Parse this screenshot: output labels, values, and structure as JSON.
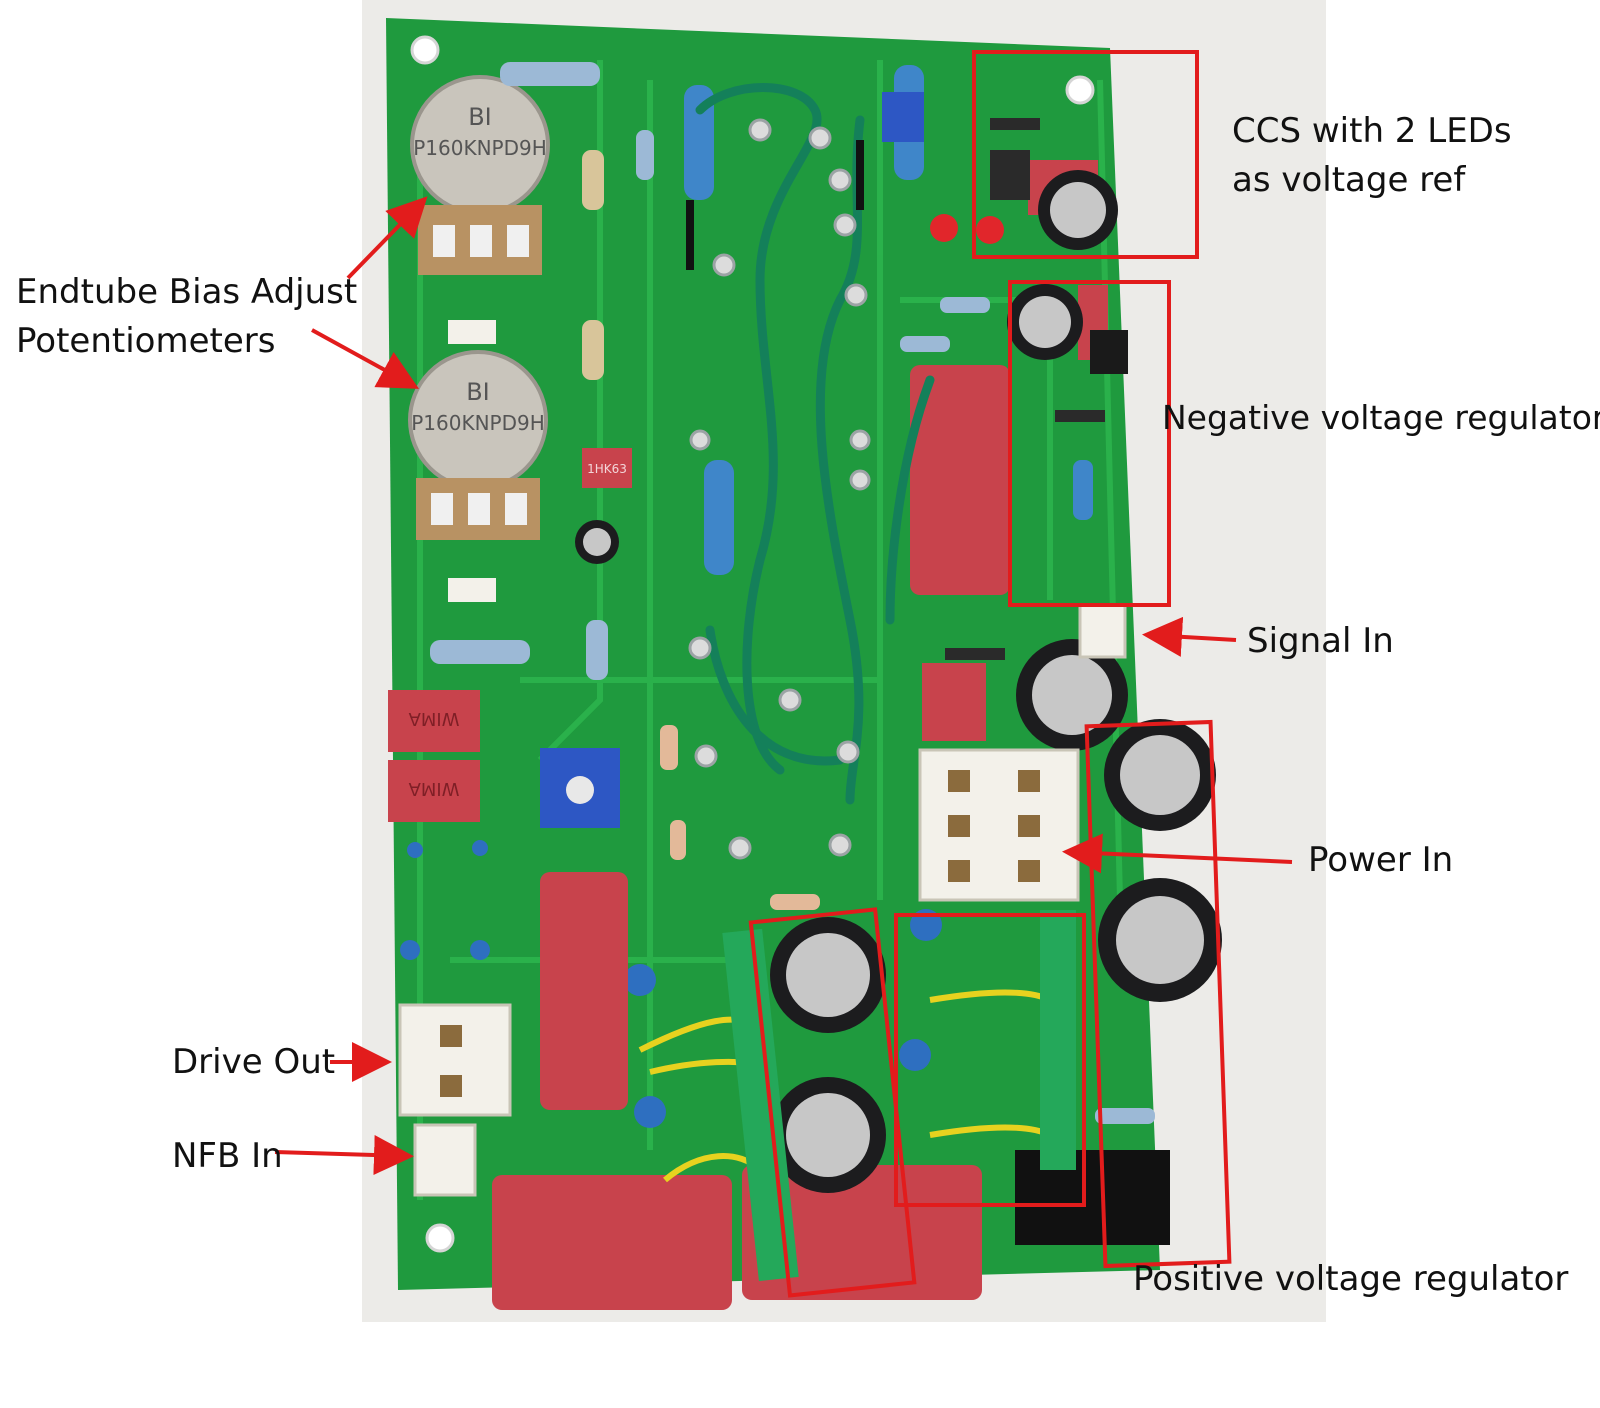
{
  "colors": {
    "pcb": "#1f9a3e",
    "pcb_dark": "#137a2d",
    "trace": "#2db64e",
    "annotation": "#e21c1c",
    "wima_red": "#c8434c",
    "resistor_blue": "#3f86c9",
    "wire_green": "#14805a",
    "wire_yellow": "#e7d21f",
    "cap_black": "#1c1c1e",
    "connector_white": "#f3f1ea"
  },
  "components": {
    "pot_marking_line1": "BI",
    "pot_marking_line2": "P160KNPD9H",
    "film_cap_marking": "WIMA",
    "small_cap_marking": "1HK63"
  },
  "labels": {
    "ccs_line1": "CCS with 2 LEDs",
    "ccs_line2": "as voltage ref",
    "bias_line1": "Endtube Bias Adjust",
    "bias_line2": "Potentiometers",
    "negative_regulator": "Negative voltage regulator",
    "signal_in": "Signal In",
    "power_in": "Power In",
    "drive_out": "Drive Out",
    "nfb_in": "NFB In",
    "positive_regulator": "Positive voltage regulator"
  }
}
